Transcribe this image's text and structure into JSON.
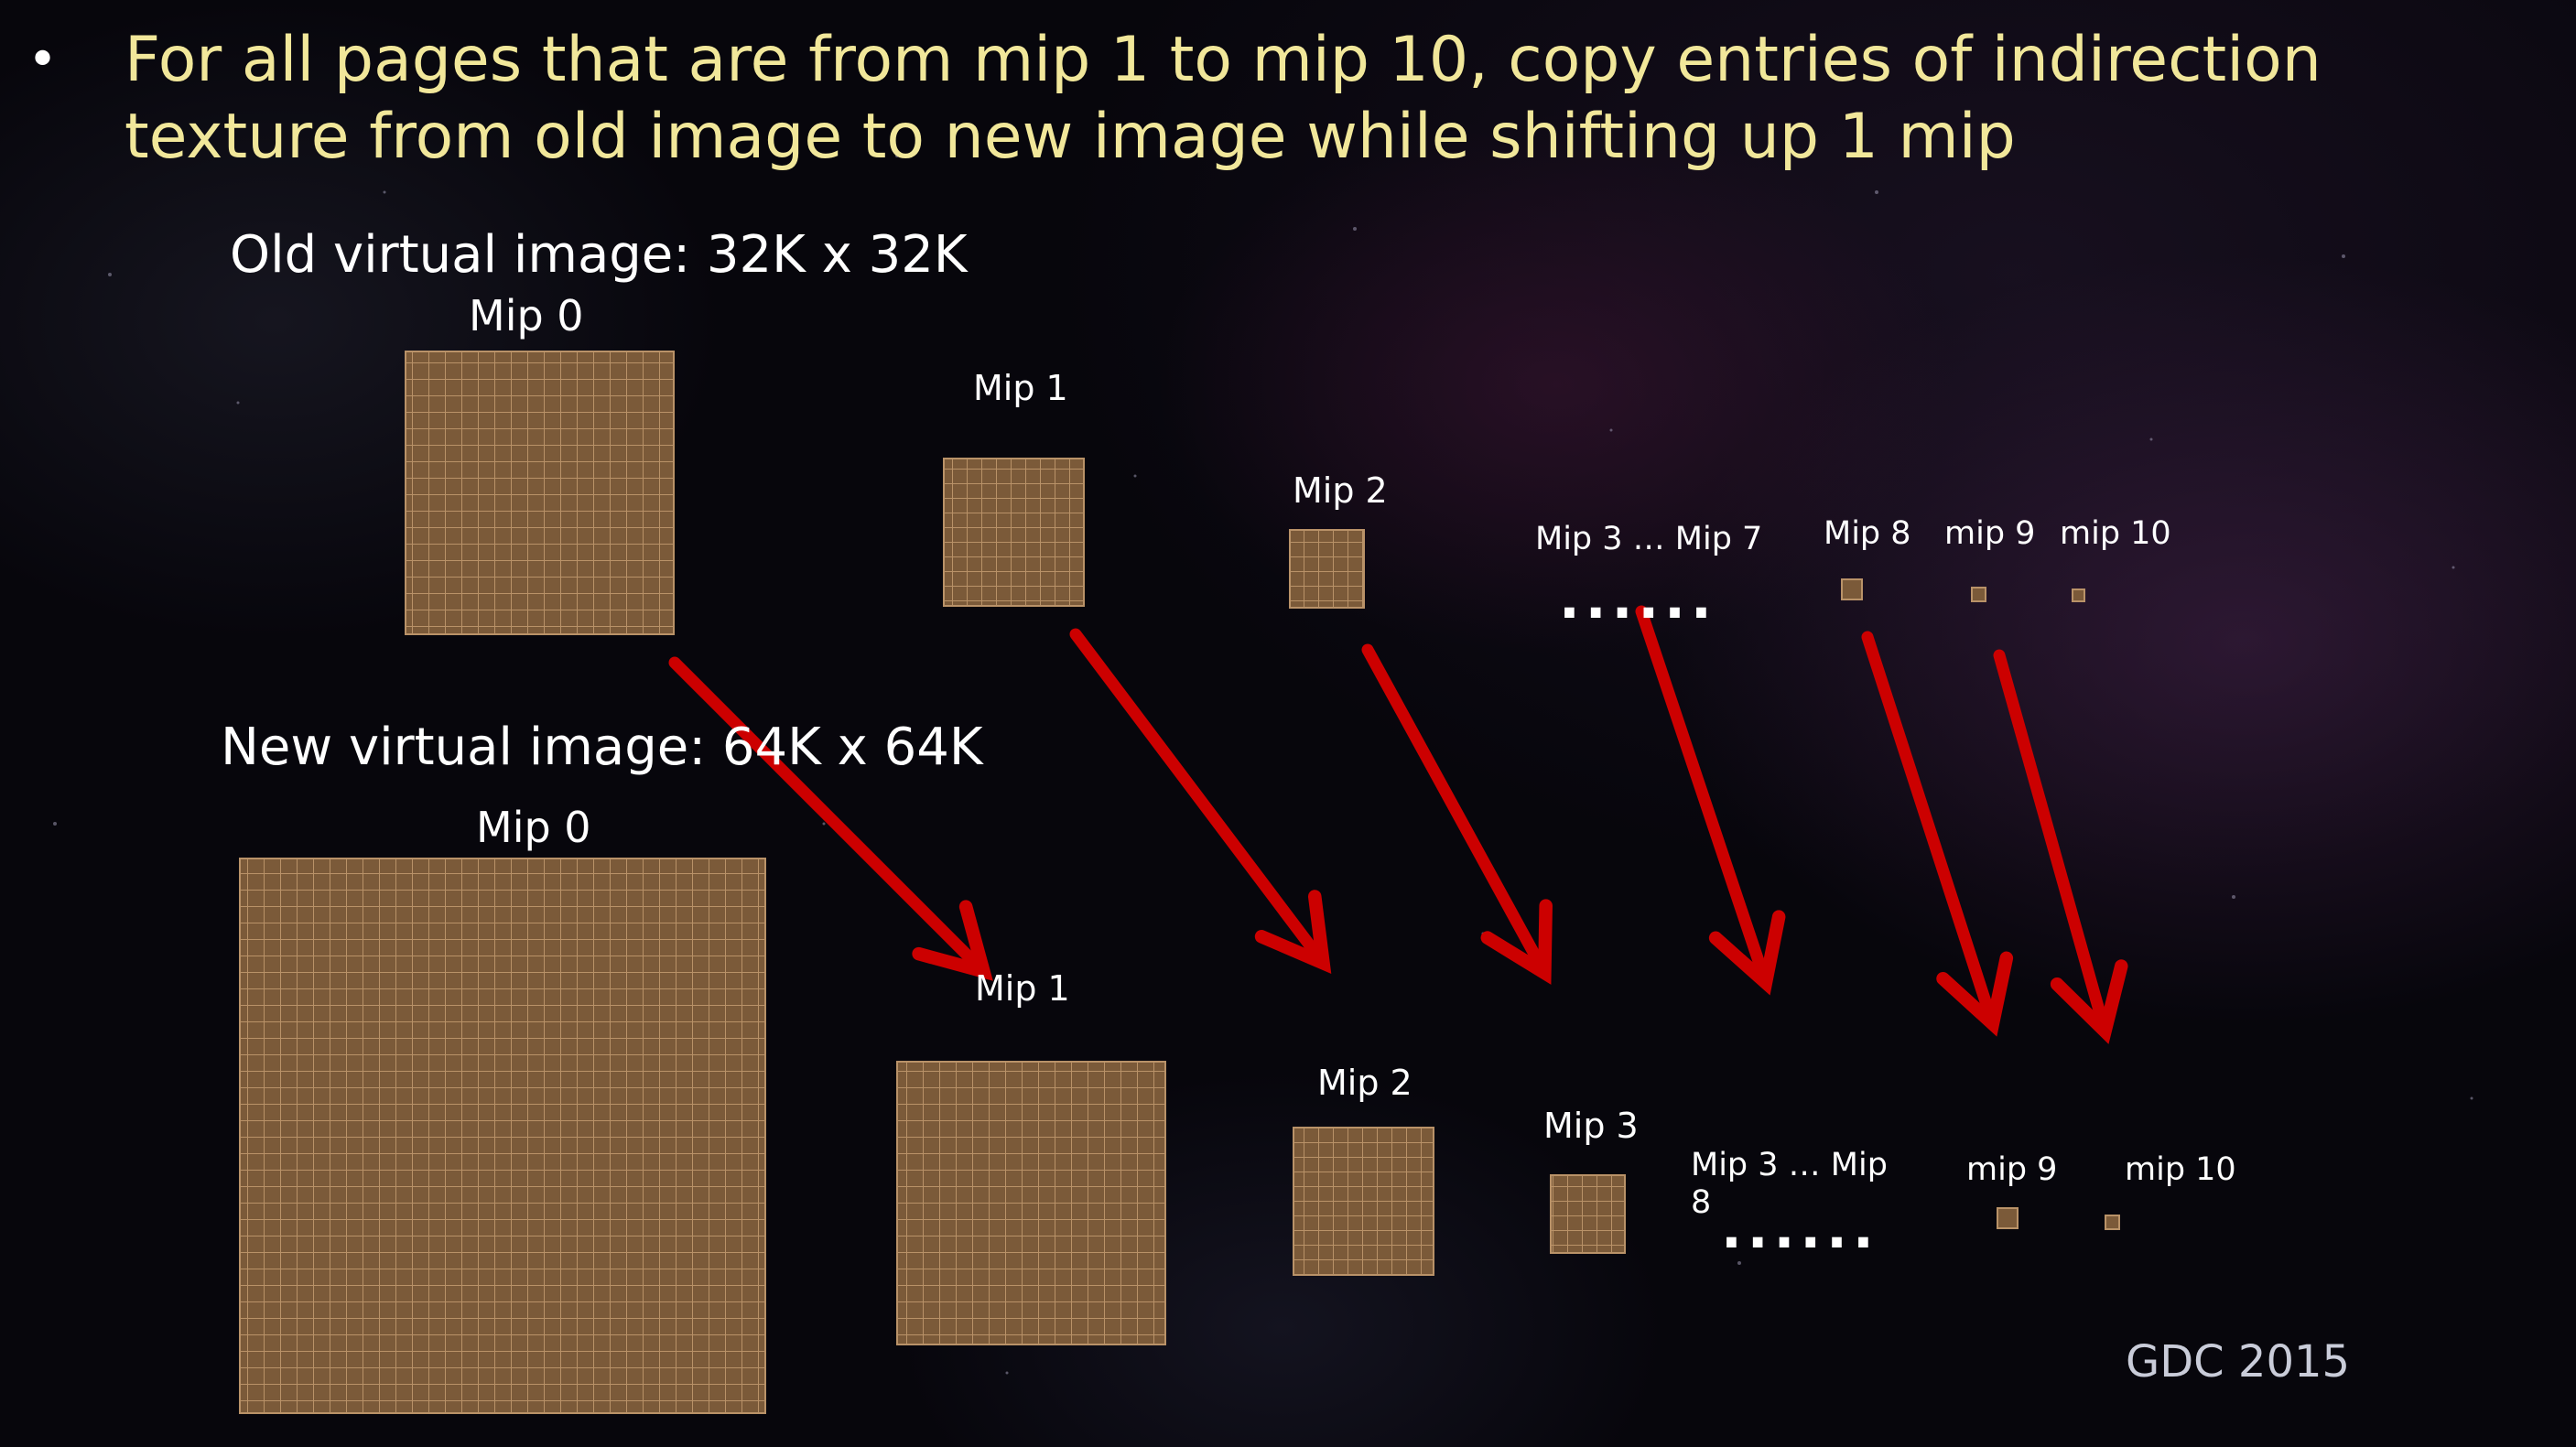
{
  "bullet": {
    "symbol": "•",
    "text": "For all pages that are from mip 1 to mip 10, copy entries of indirection texture from old image to new image while shifting up 1 mip"
  },
  "old_image": {
    "title": "Old virtual image: 32K x 32K",
    "labels": {
      "mip0": "Mip 0",
      "mip1": "Mip 1",
      "mip2": "Mip 2",
      "mip3_7": "Mip 3 … Mip 7",
      "mip8": "Mip 8",
      "mip9": "mip 9",
      "mip10": "mip 10"
    },
    "ellipsis": "......"
  },
  "new_image": {
    "title": "New virtual image: 64K x 64K",
    "labels": {
      "mip0": "Mip 0",
      "mip1": "Mip 1",
      "mip2": "Mip 2",
      "mip3": "Mip 3",
      "mip3_8_line1": "Mip 3 … Mip",
      "mip3_8_line2": "8",
      "mip9": "mip 9",
      "mip10": "mip 10"
    },
    "ellipsis": "......"
  },
  "footer": "GDC 2015",
  "colors": {
    "bullet_text": "#f1e79a",
    "tile_fill": "#7b5a39",
    "tile_grid": "#b99268",
    "arrow": "#cc0000"
  },
  "icons": {
    "arrow": "arrow-down-right-icon"
  }
}
